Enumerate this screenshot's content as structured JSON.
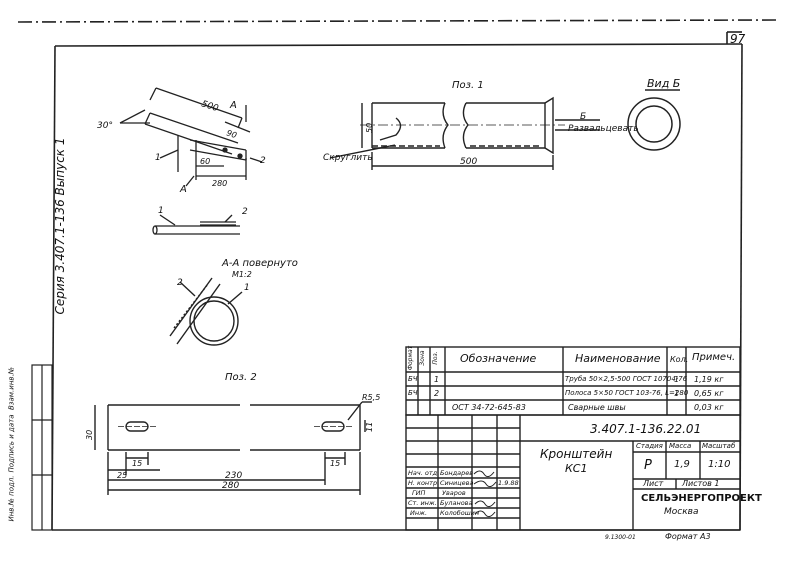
{
  "page_number": "97",
  "series_label": "Серия 3.407.1-136  Выпуск 1",
  "left_stamp": {
    "col1": "Инв.№ подл.",
    "col2": "Подпись и дата",
    "col3": "Взам.инв.№"
  },
  "views": {
    "pos1_title": "Поз. 1",
    "pos2_title": "Поз. 2",
    "view_b_title": "Вид Б",
    "section_title": "А-А повернуто",
    "section_scale": "М1:2",
    "cut_letter": "А",
    "b_marker": "Б",
    "flare_label": "Развальцевать",
    "round_label": "Скруглить"
  },
  "dims": {
    "d500": "500",
    "d90": "90",
    "d60": "60",
    "d280": "280",
    "d30deg": "30°",
    "d50": "50",
    "pos1_500": "500",
    "r55": "R5,5",
    "d11": "11",
    "d30": "30",
    "d15a": "15",
    "d15b": "15",
    "d25": "25",
    "d230": "230",
    "d280b": "280",
    "call1": "1",
    "call2": "2",
    "call1b": "1",
    "call2b": "2",
    "call1c": "1",
    "call2c": "2"
  },
  "spec": {
    "headers": {
      "format": "Формат",
      "zone": "Зона",
      "pos": "Поз.",
      "designation": "Обозначение",
      "name": "Наименование",
      "qty": "Кол.",
      "note": "Примеч."
    },
    "rows": [
      {
        "format": "БЧ",
        "pos": "1",
        "designation": "",
        "name": "Труба 50×2,5-500 ГОСТ 10704-76",
        "qty": "1",
        "note": "1,19 кг"
      },
      {
        "format": "БЧ",
        "pos": "2",
        "designation": "",
        "name": "Полоса 5×50 ГОСТ 103-76, L=280",
        "qty": "1",
        "note": "0,65 кг"
      },
      {
        "format": "",
        "pos": "",
        "designation": "ОСТ 34-72-645-83",
        "name": "Сварные   швы",
        "qty": "",
        "note": "0,03 кг"
      }
    ]
  },
  "title_block": {
    "doc_code": "3.407.1-136.22.01",
    "part_name": "Кронштейн",
    "part_code": "КС1",
    "stage_h": "Стадия",
    "mass_h": "Масса",
    "scale_h": "Масштаб",
    "stage": "Р",
    "mass": "1,9",
    "scale": "1:10",
    "sheet": "Лист",
    "sheets": "Листов 1",
    "org": "СЕЛЬЭНЕРГОПРОЕКТ",
    "city": "Москва",
    "people": [
      {
        "role": "Нач. отд.",
        "name": "Бондарев"
      },
      {
        "role": "Н. контр.",
        "name": "Синицева"
      },
      {
        "role": "ГИП",
        "name": "Уваров"
      },
      {
        "role": "Ст. инж.",
        "name": "Буланова"
      },
      {
        "role": "Инж.",
        "name": "Колобошин"
      }
    ],
    "date_tag": "1.9.88"
  },
  "footer": {
    "left": "9.1300-01",
    "right": "Формат  А3"
  }
}
